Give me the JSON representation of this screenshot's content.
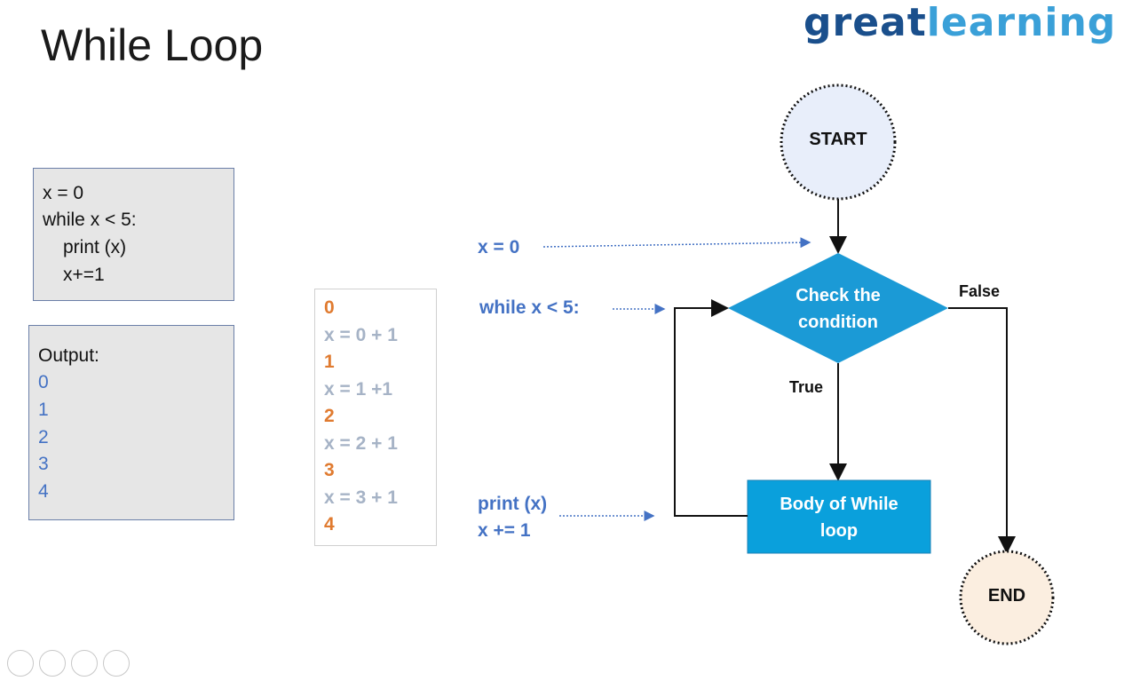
{
  "slide": {
    "title": "While Loop",
    "logo_great": "great",
    "logo_learning": "learning"
  },
  "code": {
    "lines": [
      "x = 0",
      "while x < 5:",
      "print (x)",
      "x+=1"
    ]
  },
  "output": {
    "label": "Output:",
    "values": [
      "0",
      "1",
      "2",
      "3",
      "4"
    ]
  },
  "trace": {
    "lines": [
      "0",
      "x = 0 + 1",
      "1",
      "x = 1 +1",
      "2",
      "x = 2 + 1",
      "3",
      "x = 3 + 1",
      "4"
    ]
  },
  "annotations": {
    "init": "x = 0",
    "loop": "while x < 5:",
    "body_line1": "print (x)",
    "body_line2": "x += 1"
  },
  "flowchart": {
    "start": "START",
    "condition_line1": "Check the",
    "condition_line2": "condition",
    "body_line1": "Body of While",
    "body_line2": "loop",
    "end": "END",
    "true_label": "True",
    "false_label": "False"
  },
  "colors": {
    "diamond": "#1b9ad6",
    "body_box": "#0aa0dc",
    "start_fill": "#e8eefa",
    "end_fill": "#fbeee0",
    "annotation": "#4472c4",
    "trace_value": "#e07b30",
    "trace_step": "#a6b3c6"
  },
  "icons": [
    "pen-icon",
    "printer-icon",
    "zoom-icon",
    "more-icon"
  ]
}
